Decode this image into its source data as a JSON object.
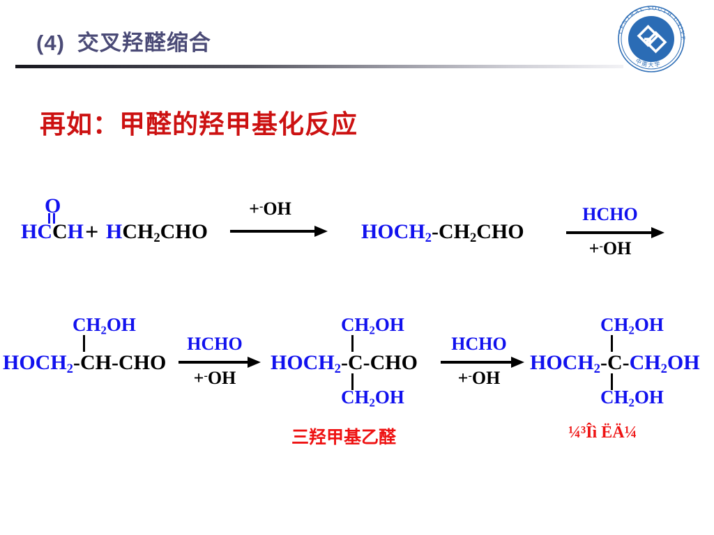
{
  "header": {
    "number": "(4)",
    "title": "交叉羟醛缩合",
    "title_color": "#4a4a76",
    "logo": {
      "icon": "central-south-university-seal",
      "outer_text": "CENTRAL SOUTH UNIVERSITY",
      "bottom_text": "中南大学",
      "color": "#2b6cb5"
    }
  },
  "subtitle": {
    "text": "再如：甲醛的羟甲基化反应",
    "color": "#cc1111"
  },
  "scheme": {
    "blue_color": "#1111ee",
    "black_color": "#000000",
    "row1": {
      "reactant1": {
        "top_atom": "O",
        "body_left": "HC",
        "body_right": "H",
        "body_center": "C",
        "label": "HCHO (formaldehyde, drawn as HCH with =O)"
      },
      "plus": "+",
      "reactant2": {
        "blue_part": "H",
        "black_part": "CH2CHO"
      },
      "arrow1": {
        "above": "+OH",
        "above_superscript": "-",
        "below": ""
      },
      "product1": {
        "blue_part": "HOCH2",
        "black_part": "-CH2CHO"
      },
      "arrow2": {
        "above": "HCHO",
        "below": "+OH",
        "below_superscript": "-"
      }
    },
    "row2": {
      "struct1": {
        "branch_top": "CH2OH",
        "main_blue": "HOCH2",
        "main_black": "-CH-CHO"
      },
      "arrow3": {
        "above": "HCHO",
        "below": "+OH",
        "below_superscript": "-"
      },
      "struct2": {
        "branch_top": "CH2OH",
        "branch_bottom": "CH2OH",
        "main_blue": "HOCH2",
        "main_black": "-C-CHO"
      },
      "arrow4": {
        "above": "HCHO",
        "below": "+OH",
        "below_superscript": "-"
      },
      "struct3": {
        "branch_top": "CH2OH",
        "branch_bottom": "CH2OH",
        "main_blue_left": "HOCH2",
        "main_black_center": "-C-",
        "main_blue_right": "CH2OH"
      }
    },
    "captions": {
      "caption1": "三羟甲基乙醛",
      "caption2": "¼³Îì ËÄ¼"
    }
  }
}
